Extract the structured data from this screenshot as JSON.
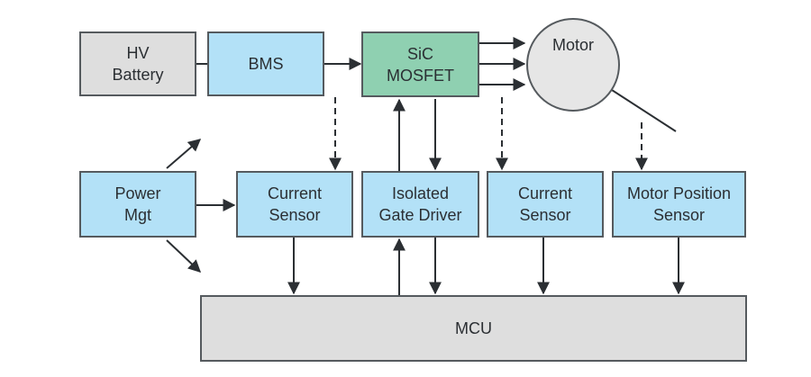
{
  "diagram": {
    "blocks": {
      "hv_battery": "HV\nBattery",
      "bms": "BMS",
      "sic_mosfet": "SiC\nMOSFET",
      "motor": "Motor",
      "power_mgt": "Power\nMgt",
      "current_sensor_1": "Current\nSensor",
      "isolated_gate_driver": "Isolated\nGate Driver",
      "current_sensor_2": "Current\nSensor",
      "motor_position_sensor": "Motor Position\nSensor",
      "mcu": "MCU"
    },
    "colors": {
      "blue_block": "#b3e1f7",
      "gray_block": "#dedede",
      "green_block": "#8fd0b1",
      "line": "#2b2f33"
    }
  }
}
